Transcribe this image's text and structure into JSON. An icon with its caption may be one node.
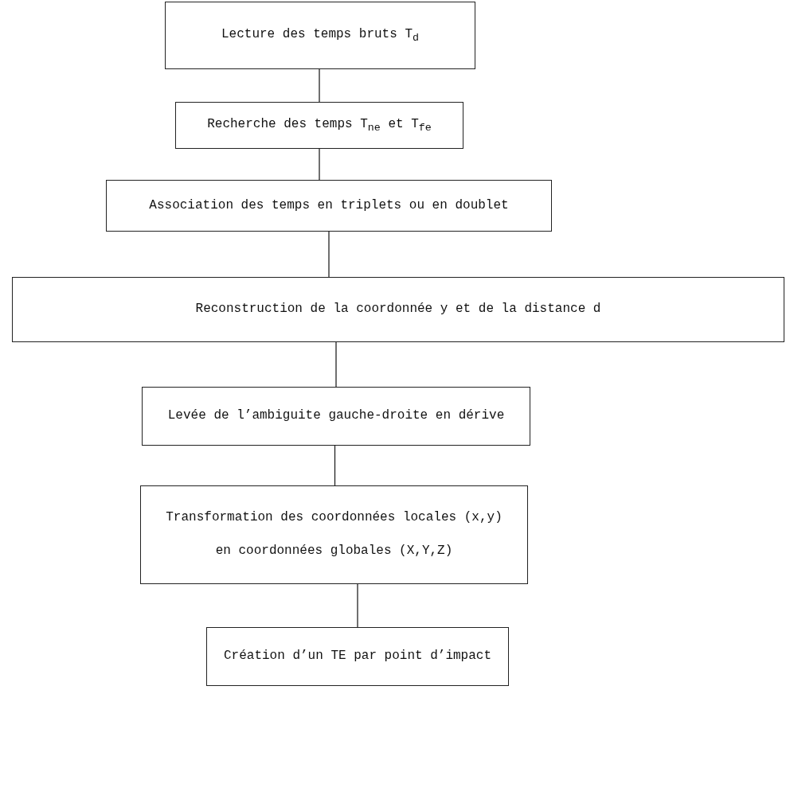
{
  "diagram": {
    "nodes": [
      {
        "text": [
          "Lecture des temps bruts T$_{d}$"
        ]
      },
      {
        "text": [
          "Recherche des temps T$_{ne}$ et T$_{fe}$"
        ]
      },
      {
        "text": [
          "Association des temps en triplets ou en doublet"
        ]
      },
      {
        "text": [
          "Reconstruction de la coordonnée y et de la distance d"
        ]
      },
      {
        "text": [
          "Levée de l’ambiguite gauche-droite en dérive"
        ]
      },
      {
        "text": [
          "Transformation des coordonnées locales (x,y) en coordonnées globales (X,Y,Z)"
        ]
      },
      {
        "text": [
          "Création d’un TE par point d’impact"
        ]
      }
    ],
    "edges": [
      {
        "from": 0,
        "to": 1,
        "arrow": "none"
      },
      {
        "from": 1,
        "to": 2,
        "arrow": "none"
      },
      {
        "from": 2,
        "to": 3,
        "arrow": "none"
      },
      {
        "from": 3,
        "to": 4,
        "arrow": "none"
      },
      {
        "from": 4,
        "to": 5,
        "arrow": "none"
      },
      {
        "from": 5,
        "to": 6,
        "arrow": "none"
      }
    ]
  }
}
